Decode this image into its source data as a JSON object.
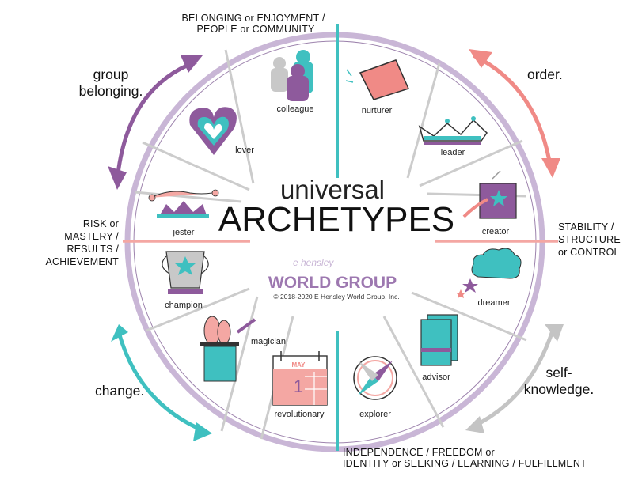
{
  "diagram": {
    "title_top": "universal",
    "title_main": "ARCHETYPES",
    "axes": {
      "top_line1": "BELONGING or ENJOYMENT /",
      "top_line2": "PEOPLE or COMMUNITY",
      "bottom_line1": "INDEPENDENCE / FREEDOM or",
      "bottom_line2": "IDENTITY or SEEKING / LEARNING / FULFILLMENT",
      "left_line1": "RISK or",
      "left_line2": "MASTERY /",
      "left_line3": "RESULTS /",
      "left_line4": "ACHIEVEMENT",
      "right_line1": "STABILITY /",
      "right_line2": "STRUCTURE",
      "right_line3": "or CONTROL"
    },
    "quadrants": {
      "group_line1": "group",
      "group_line2": "belonging.",
      "order": "order.",
      "change": "change.",
      "self_line1": "self-",
      "self_line2": "knowledge."
    },
    "archetypes": {
      "colleague": "colleague",
      "nurturer": "nurturer",
      "leader": "leader",
      "creator": "creator",
      "dreamer": "dreamer",
      "advisor": "advisor",
      "explorer": "explorer",
      "revolutionary": "revolutionary",
      "magician": "magician",
      "champion": "champion",
      "jester": "jester",
      "lover": "lover"
    },
    "calendar_month": "MAY",
    "calendar_day": "1",
    "logo": {
      "top": "e hensley",
      "main": "WORLD GROUP",
      "copyright": "© 2018-2020 E Hensley World Group, Inc."
    }
  },
  "colors": {
    "purple": "#8e5a9c",
    "teal": "#3fc0c0",
    "pink": "#f08a86",
    "lavender": "#c9b6d6",
    "gray": "#c8c8c8"
  }
}
